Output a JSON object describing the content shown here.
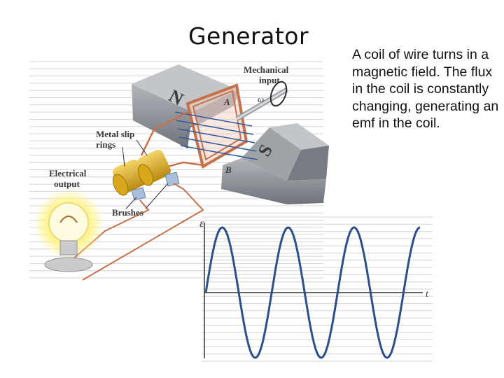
{
  "slide": {
    "title": "Generator",
    "body": "A coil of wire turns in a magnetic field. The flux in the coil is constantly changing, generating an emf in the coil."
  },
  "diagram": {
    "labels": {
      "mechanical_input_line1": "Mechanical",
      "mechanical_input_line2": "input",
      "omega": "ω",
      "metal_slip_line1": "Metal slip",
      "metal_slip_line2": "rings",
      "electrical_output_line1": "Electrical",
      "electrical_output_line2": "output",
      "brushes": "Brushes",
      "pole_n": "N",
      "pole_s": "S",
      "point_a": "A",
      "point_b": "B"
    },
    "colors": {
      "magnet": "#8e9399",
      "coil": "#c8704a",
      "field_lines": "#2f5a9c",
      "slip_rings": "#e2b62a",
      "brushes": "#a9c0dc",
      "bulb_glow": "#fff38c"
    }
  },
  "graph": {
    "y_axis_label": "ε",
    "x_axis_label": "t",
    "cycles": 3.25,
    "curve_color": "#2c4e8a"
  }
}
